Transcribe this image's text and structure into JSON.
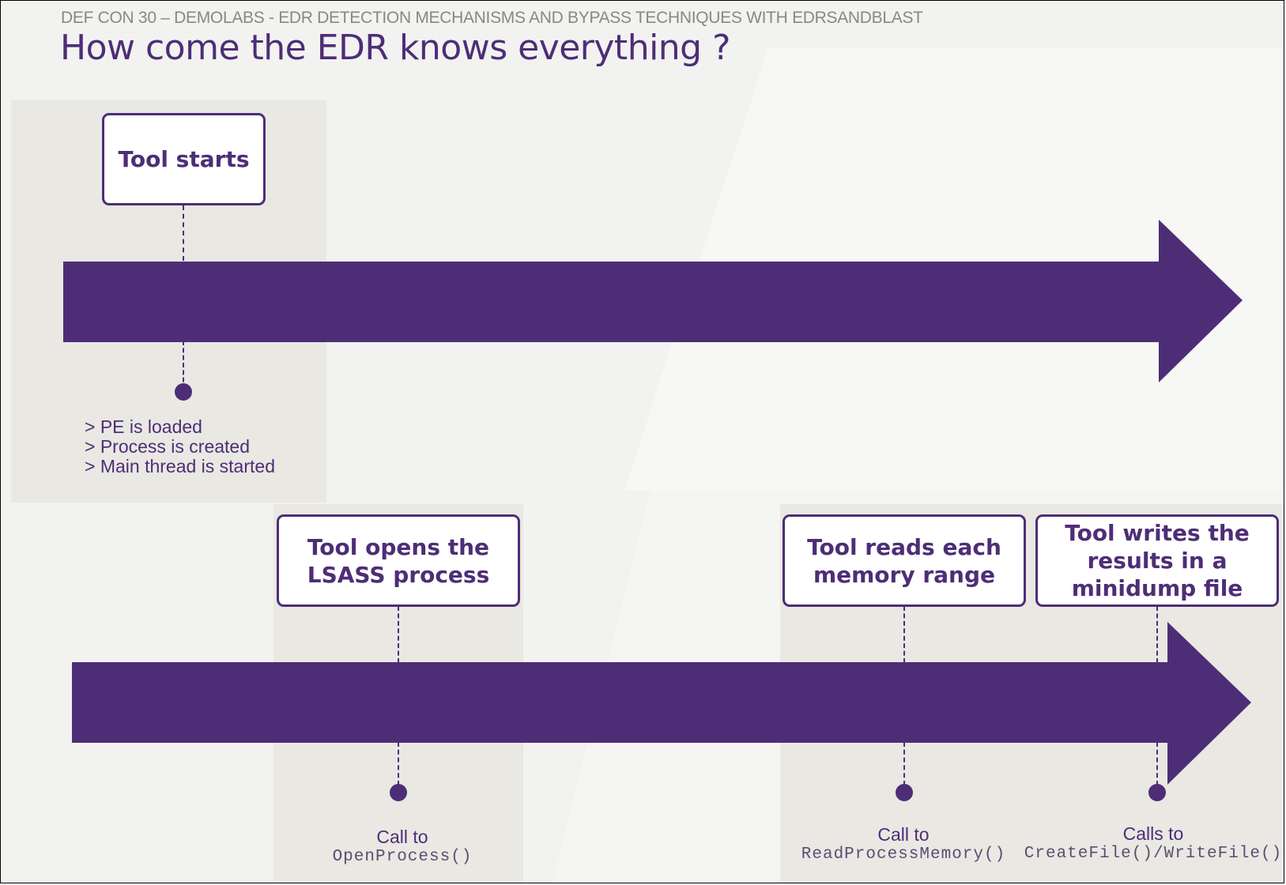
{
  "header": {
    "subtitle": "DEF CON 30 – DEMOLABS - EDR DETECTION MECHANISMS AND BYPASS TECHNIQUES WITH EDRSANDBLAST",
    "title": "How come the EDR knows everything ?"
  },
  "colors": {
    "accent": "#4e2d77",
    "panel": "#e9e8e3",
    "background": "#f2f2f1",
    "header_gray": "#8a8784"
  },
  "timeline_top": {
    "step": {
      "label": "Tool starts",
      "events": [
        "> PE is loaded",
        "> Process is created",
        "> Main thread is started"
      ]
    }
  },
  "timeline_bottom": {
    "steps": [
      {
        "label": "Tool opens the\nLSASS process",
        "call_label": "Call to",
        "call_fn": "OpenProcess()"
      },
      {
        "label": "Tool reads each\nmemory range",
        "call_label": "Call to",
        "call_fn": "ReadProcessMemory()"
      },
      {
        "label": "Tool writes the\nresults in a\nminidump file",
        "call_label": "Calls to",
        "call_fn": "CreateFile()/WriteFile()"
      }
    ]
  }
}
